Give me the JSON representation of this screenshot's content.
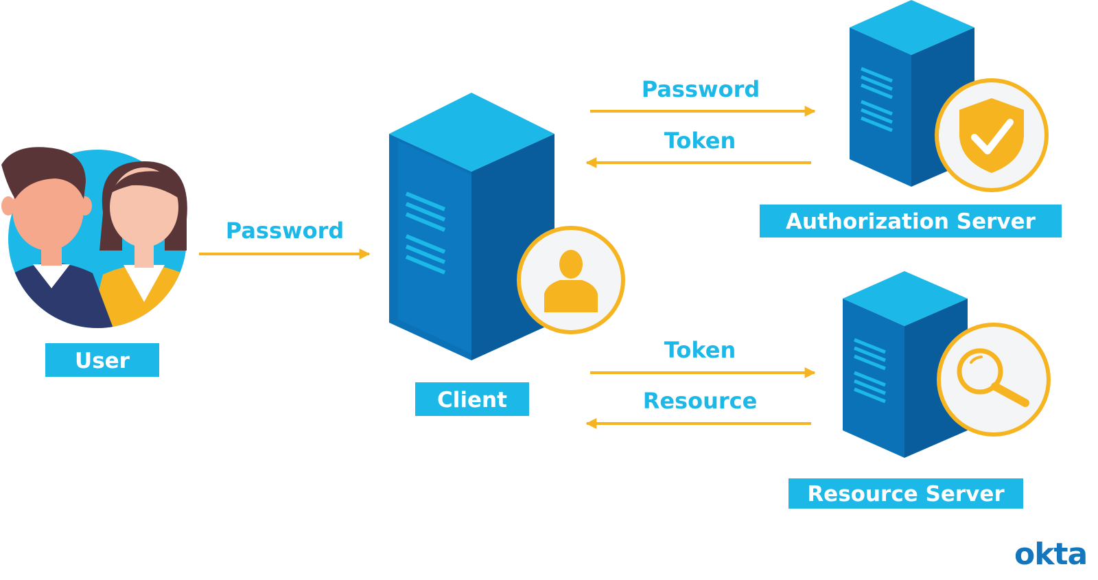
{
  "nodes": {
    "user": "User",
    "client": "Client",
    "auth_server": "Authorization Server",
    "resource_server": "Resource Server"
  },
  "edges": {
    "user_to_client": "Password",
    "client_to_auth": "Password",
    "auth_to_client": "Token",
    "client_to_resource": "Token",
    "resource_to_client": "Resource"
  },
  "icons": {
    "client_badge": "person-icon",
    "auth_badge": "shield-check-icon",
    "resource_badge": "magnifier-icon"
  },
  "brand": "okta",
  "colors": {
    "blue_label": "#1cb8e8",
    "server_front": "#0b72b8",
    "server_top": "#1cb8e8",
    "arrow": "#f6b421",
    "brand": "#1476bd"
  }
}
